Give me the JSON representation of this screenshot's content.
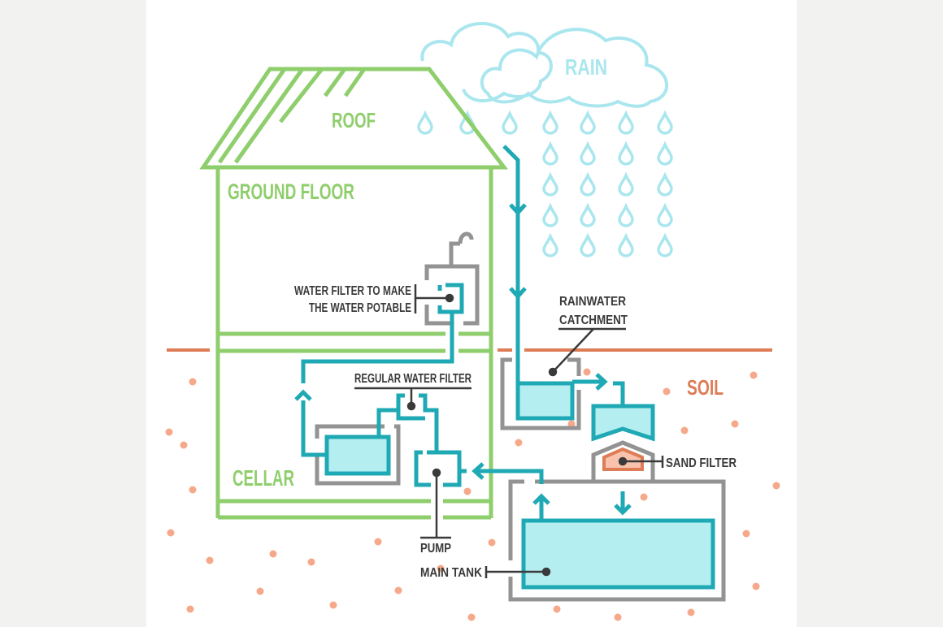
{
  "colors": {
    "house": "#8fce6c",
    "pipe": "#1fa9b4",
    "water": "#b5eef0",
    "tank_outline": "#939393",
    "soil": "#de7c56",
    "soil_dots": "#f6a98a",
    "rain": "#a9e6ee",
    "text": "#3a3a3a"
  },
  "labels": {
    "rain": "RAIN",
    "roof": "ROOF",
    "ground_floor": "GROUND FLOOR",
    "cellar": "CELLAR",
    "soil": "SOIL",
    "rainwater_catchment_1": "RAINWATER",
    "rainwater_catchment_2": "CATCHMENT",
    "potable_filter_1": "WATER FILTER TO MAKE",
    "potable_filter_2": "THE WATER POTABLE",
    "regular_filter": "REGULAR WATER FILTER",
    "pump": "PUMP",
    "main_tank": "MAIN TANK",
    "sand_filter": "SAND FILTER"
  },
  "icons": [
    "cloud-icon",
    "raindrop-icon",
    "arrow-icon",
    "faucet-icon"
  ]
}
